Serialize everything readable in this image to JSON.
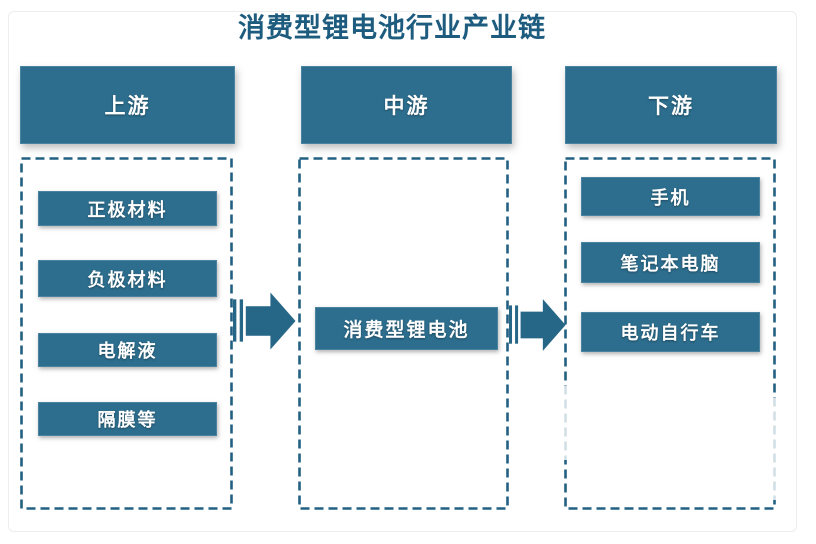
{
  "title": "消费型锂电池行业产业链",
  "palette": {
    "box_teal": "#2d6e8e",
    "dash_teal": "#226083",
    "title_text": "#1d5c7e",
    "text_on_teal": "#ffffff",
    "frame_border": "#ededed"
  },
  "flow": {
    "columns": [
      {
        "key": "upstream",
        "header": "上游",
        "items": [
          "正极材料",
          "负极材料",
          "电解液",
          "隔膜等"
        ]
      },
      {
        "key": "midstream",
        "header": "中游",
        "items": [
          "消费型锂电池"
        ]
      },
      {
        "key": "downstream",
        "header": "下游",
        "items": [
          "手机",
          "笔记本电脑",
          "电动自行车"
        ]
      }
    ],
    "arrows": [
      {
        "name": "upstream-to-midstream",
        "glyph": "block-arrow-right"
      },
      {
        "name": "midstream-to-downstream",
        "glyph": "block-arrow-right"
      }
    ]
  }
}
